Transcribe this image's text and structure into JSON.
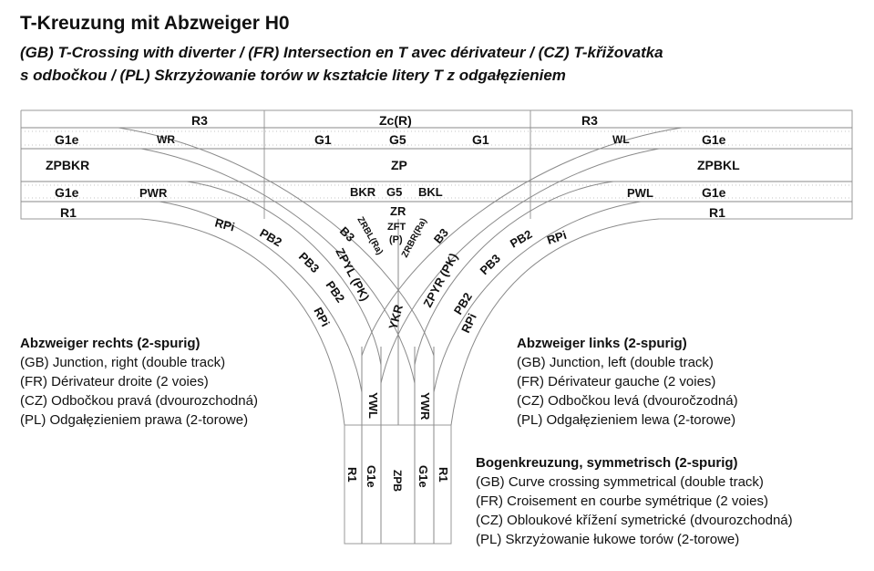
{
  "title": "T-Kreuzung mit Abzweiger H0",
  "subtitle": {
    "line1": "(GB) T-Crossing with diverter / (FR) Intersection en T avec dérivateur / (CZ) T-křižovatka",
    "line2": "s odbočkou / (PL) Skrzyżowanie torów w kształcie litery T z odgałęzieniem"
  },
  "diagram_labels": {
    "r3_left": "R3",
    "zc_r": "Zc(R)",
    "r3_right": "R3",
    "g1e_tl": "G1e",
    "wr": "WR",
    "g1_l": "G1",
    "g5_top": "G5",
    "g1_r": "G1",
    "wl": "WL",
    "g1e_tr": "G1e",
    "zpbkr": "ZPBKR",
    "zp": "ZP",
    "zpbkl": "ZPBKL",
    "g1e_ml": "G1e",
    "pwr": "PWR",
    "bkr": "BKR",
    "g5_mid": "G5",
    "bkl": "BKL",
    "pwl": "PWL",
    "g1e_mr": "G1e",
    "r1_l": "R1",
    "zr": "ZR",
    "r1_r": "R1",
    "zft": "ZFT",
    "p": "(P)",
    "rpi_l1": "RPi",
    "pb2_l1": "PB2",
    "b3_l": "B3",
    "zrbl": "ZRBL(Ra)",
    "zrbr": "ZRBR(Ra)",
    "b3_r": "B3",
    "pb2_r1": "PB2",
    "rpi_r1": "RPi",
    "pb3_l": "PB3",
    "pb2_l2": "PB2",
    "rpi_l2": "RPi",
    "zpyl": "ZPYL (PK)",
    "ykr": "YKR",
    "zpyr": "ZPYR (PK)",
    "pb3_r": "PB3",
    "pb2_r2": "PB2",
    "rpi_r2": "RPi",
    "ywl": "YWL",
    "ywr": "YWR",
    "r1_b1": "R1",
    "g1e_b1": "G1e",
    "zpb": "ZPB",
    "g1e_b2": "G1e",
    "r1_b2": "R1"
  },
  "legends": {
    "right_junction": {
      "heading": "Abzweiger rechts (2-spurig)",
      "gb": "(GB) Junction, right (double track)",
      "fr": "(FR) Dérivateur droite (2 voies)",
      "cz": "(CZ) Odbočkou pravá (dvourozchodná)",
      "pl": "(PL) Odgałęzieniem prawa (2-torowe)"
    },
    "left_junction": {
      "heading": "Abzweiger links (2-spurig)",
      "gb": "(GB) Junction, left (double track)",
      "fr": "(FR) Dérivateur gauche (2 voies)",
      "cz": "(CZ) Odbočkou levá (dvouročzodná)",
      "pl": "(PL) Odgałęzieniem lewa (2-torowe)"
    },
    "curve_crossing": {
      "heading": "Bogenkreuzung, symmetrisch (2-spurig)",
      "gb": "(GB) Curve crossing symmetrical (double track)",
      "fr": "(FR) Croisement en courbe symétrique (2 voies)",
      "cz": "(CZ) Obloukové křížení symetrické (dvourozchodná)",
      "pl": "(PL) Skrzyżowanie łukowe torów (2-torowe)"
    }
  }
}
